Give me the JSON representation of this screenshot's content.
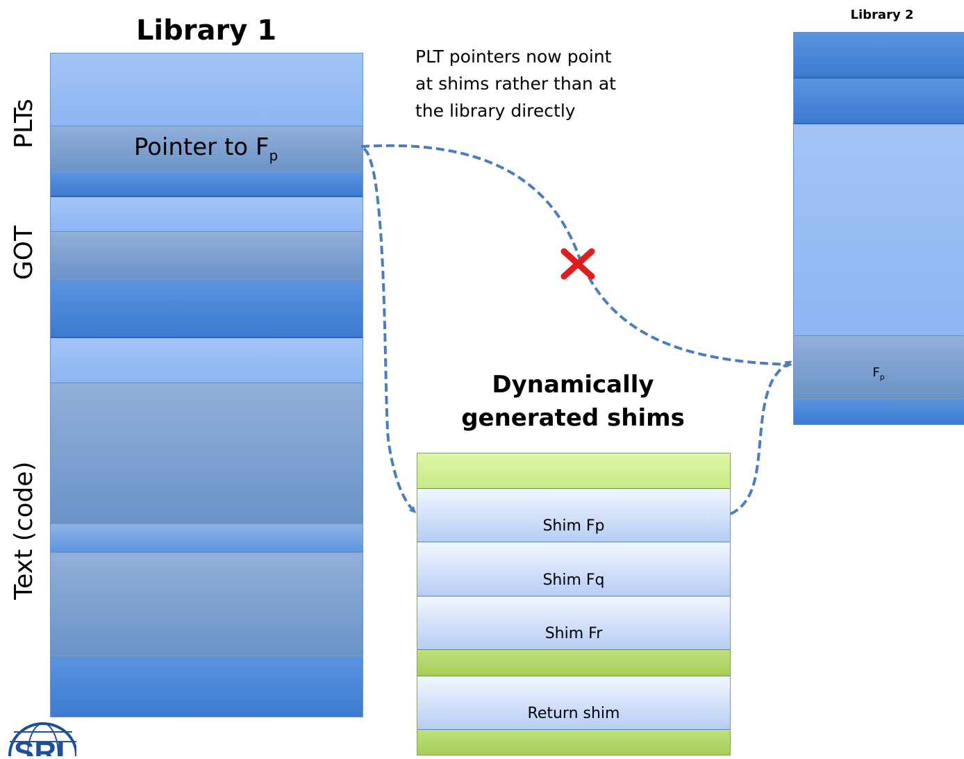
{
  "library1": {
    "title": "Library 1",
    "pointer_label": "Pointer to F",
    "pointer_subscript": "p",
    "section_labels": {
      "plts": "PLTs",
      "got": "GOT",
      "text": "Text (code)"
    }
  },
  "library2": {
    "title": "Library 2",
    "function_label": "F",
    "function_subscript": "p"
  },
  "note": {
    "line1": "PLT pointers now point",
    "line2": "at shims rather than at",
    "line3": "the library directly"
  },
  "shims": {
    "title_line1": "Dynamically",
    "title_line2": "generated shims",
    "items": [
      "Shim Fp",
      "Shim Fq",
      "Shim Fr"
    ],
    "return_label": "Return shim"
  },
  "logo": {
    "text": "SRI"
  },
  "colors": {
    "arrow": "#4a7cc0",
    "cross": "#e21b1b",
    "library_blue": "#5b93de",
    "shim_green": "#c8ea84"
  }
}
